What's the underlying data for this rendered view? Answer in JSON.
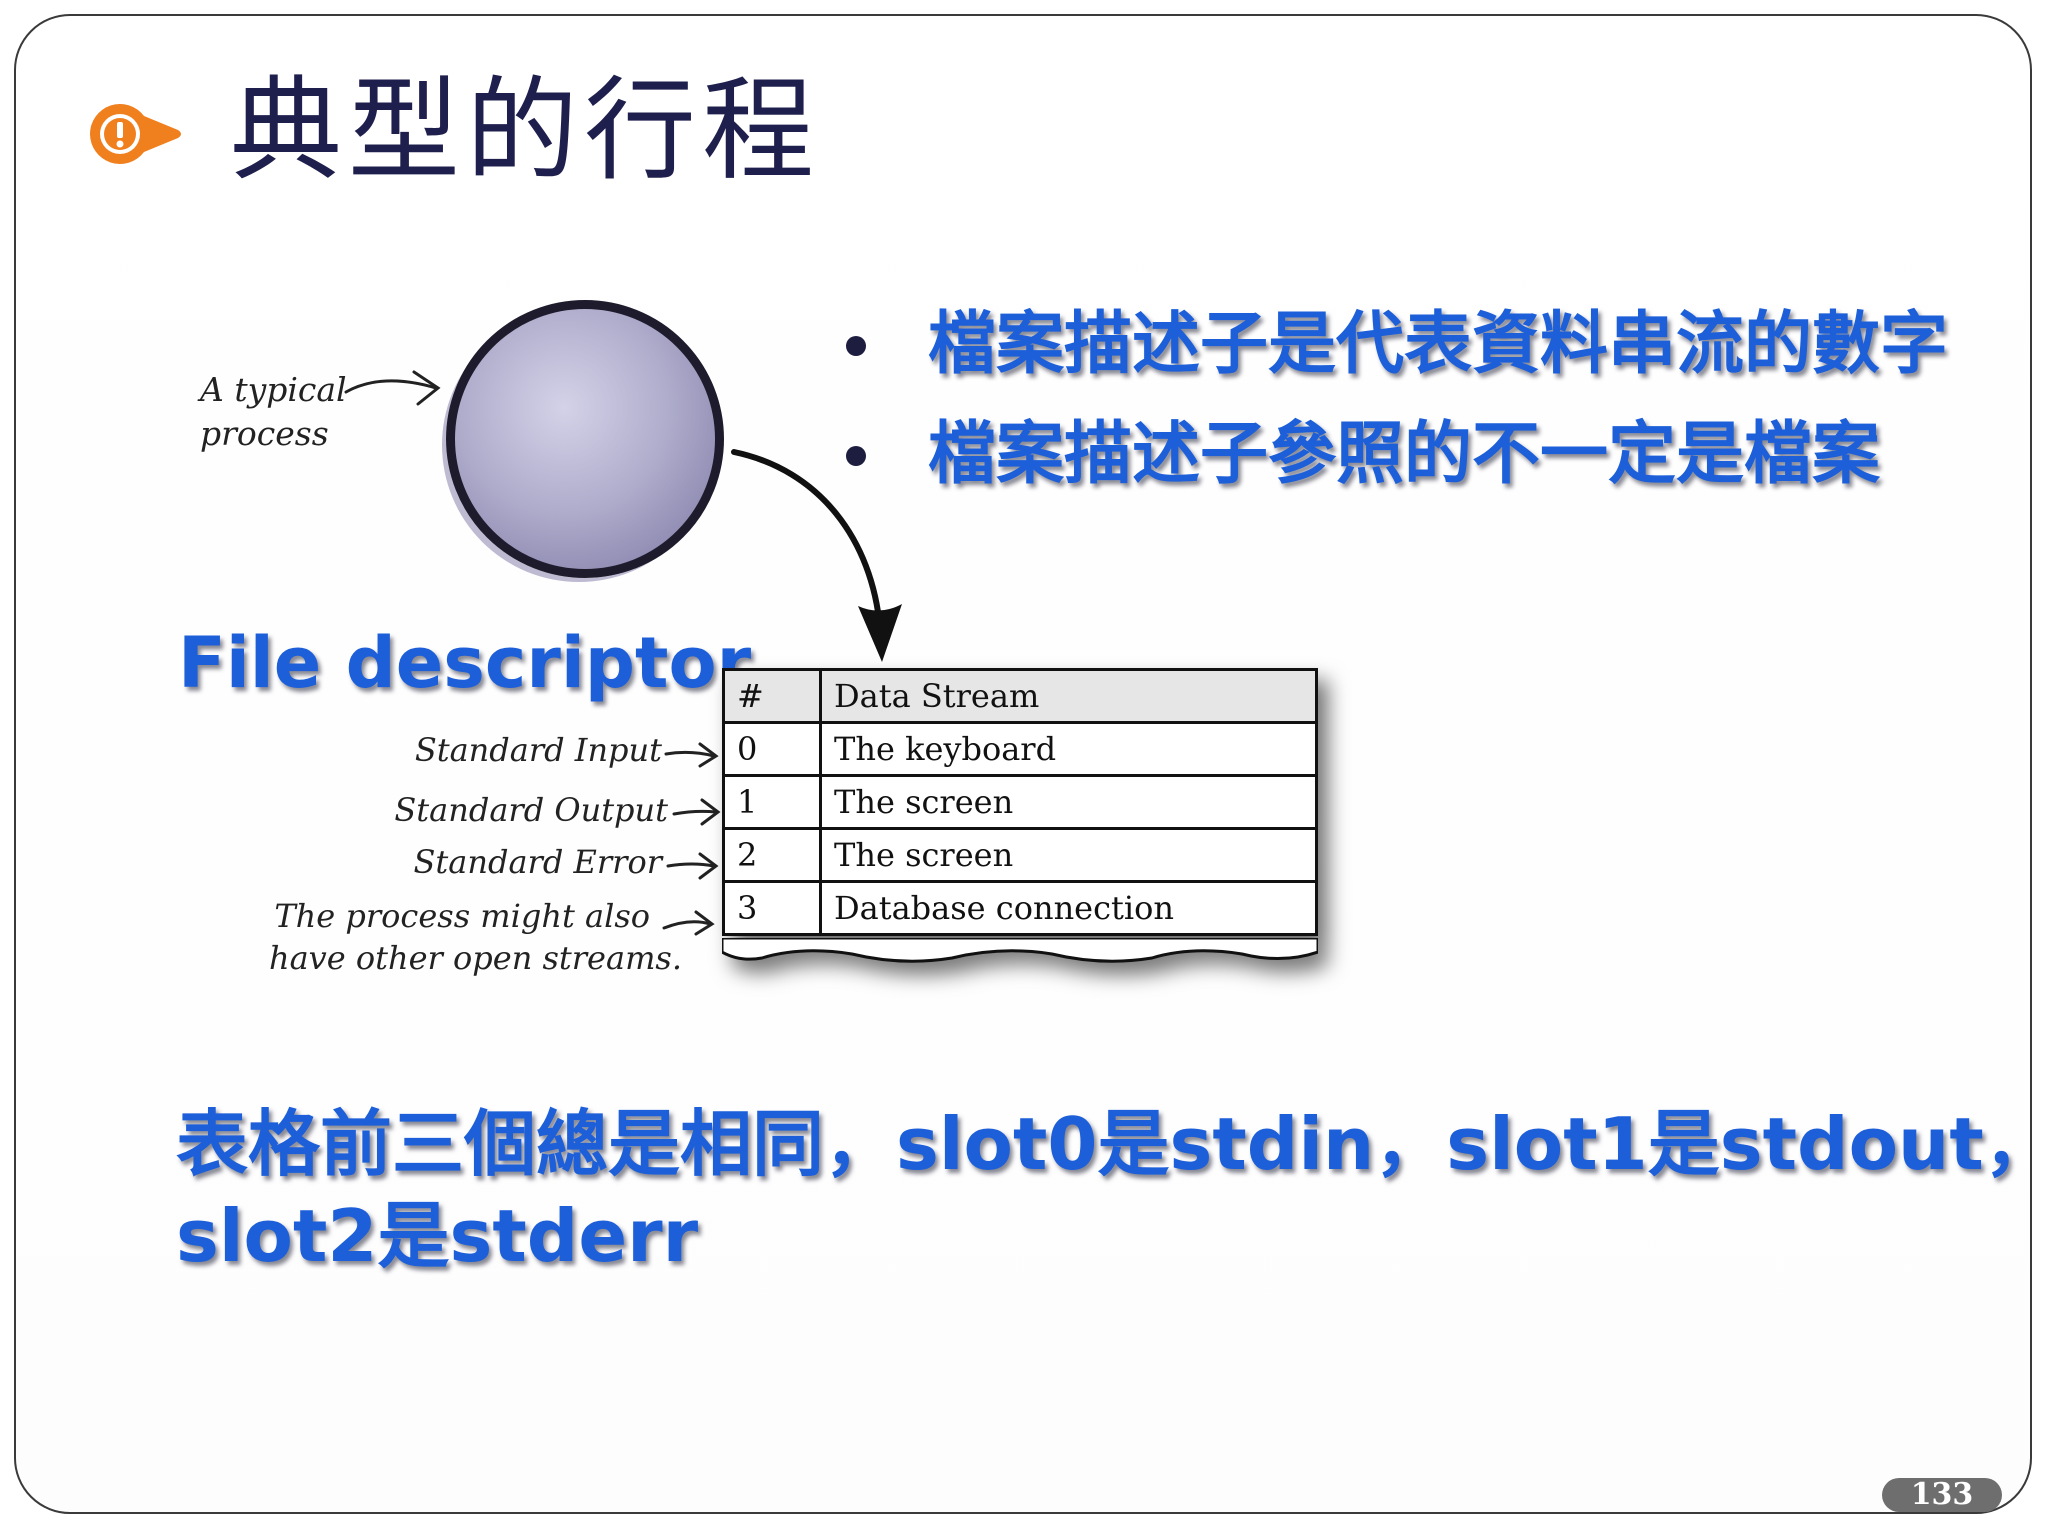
{
  "slide": {
    "title": "典型的行程",
    "bullets": [
      "檔案描述子是代表資料串流的數字",
      "檔案描述子參照的不一定是檔案"
    ],
    "diagram": {
      "process_label": [
        "A typical",
        "process"
      ],
      "file_descriptor_heading": "File descriptor",
      "row_labels": [
        "Standard Input",
        "Standard Output",
        "Standard Error",
        "The process might also",
        "have other open streams."
      ],
      "table": {
        "headers": [
          "#",
          "Data Stream"
        ],
        "rows": [
          [
            "0",
            "The keyboard"
          ],
          [
            "1",
            "The screen"
          ],
          [
            "2",
            "The screen"
          ],
          [
            "3",
            "Database connection"
          ]
        ]
      }
    },
    "summary_lines": [
      "表格前三個總是相同，slot0是stdin，slot1是stdout，",
      "slot2是stderr"
    ],
    "page_number": "133"
  },
  "colors": {
    "accent_text": "#1d5fd8",
    "title_text": "#1f1f4e",
    "icon_orange": "#f07f1e"
  },
  "icons": [
    "exclamation-tag-icon"
  ]
}
